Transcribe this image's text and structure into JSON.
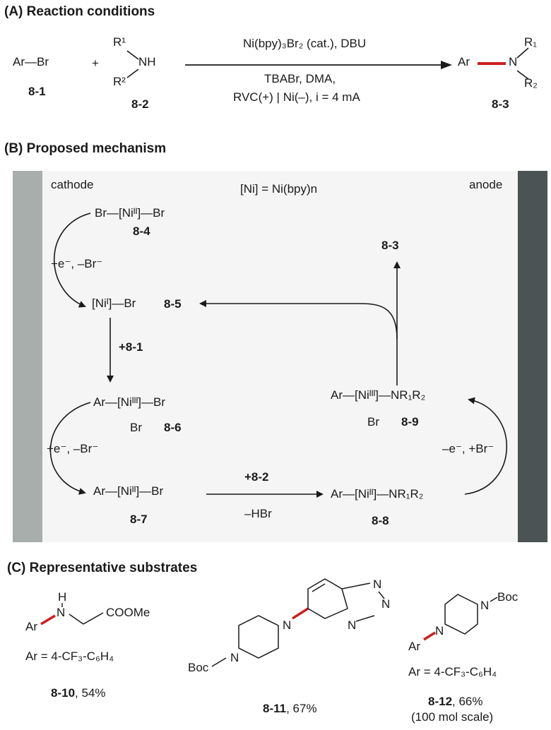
{
  "colors": {
    "bond_highlight": "#cc1f1f",
    "cathode": "#a7aeac",
    "anode": "#4b5354",
    "panel": "#f5f5f5"
  },
  "sectionA": {
    "title": "(A) Reaction conditions",
    "reactant1": "Ar—Br",
    "reactant1_label": "8-1",
    "plus": "+",
    "amine_r1": "R¹",
    "amine_nh": "NH",
    "amine_r2": "R²",
    "reactant2_label": "8-2",
    "cond_top": "Ni(bpy)₃Br₂ (cat.), DBU",
    "cond_mid": "TBABr, DMA,",
    "cond_bottom": "RVC(+) | Ni(–), i = 4 mA",
    "product_ar": "Ar",
    "product_n": "N",
    "product_r1": "R₁",
    "product_r2": "R₂",
    "product_label": "8-3"
  },
  "sectionB": {
    "title": "(B) Proposed mechanism",
    "cathode": "cathode",
    "anode": "anode",
    "ni_def": "[Ni] = Ni(bpy)n",
    "s84": "Br—[Niᴵᴵ]—Br",
    "l84": "8-4",
    "step1": "+e⁻, –Br⁻",
    "s85": "[Niᴵ]—Br",
    "l85": "8-5",
    "add81": "+8-1",
    "s86": "Ar—[Niᴵᴵᴵ]—Br",
    "s86_br": "Br",
    "l86": "8-6",
    "step2": "+e⁻, –Br⁻",
    "s87": "Ar—[Niᴵᴵ]—Br",
    "l87": "8-7",
    "add82": "+8-2",
    "minus_hbr": "–HBr",
    "s88": "Ar—[Niᴵᴵ]—NR₁R₂",
    "l88": "8-8",
    "step3": "–e⁻, +Br⁻",
    "s89": "Ar—[Niᴵᴵᴵ]—NR₁R₂",
    "s89_br": "Br",
    "l89": "8-9",
    "l83": "8-3"
  },
  "sectionC": {
    "title": "(C) Representative substrates",
    "c1_h": "H",
    "c1_n": "N",
    "c1_ar": "Ar",
    "c1_coome": "COOMe",
    "c1_ar_def": "Ar = 4-CF₃-C₆H₄",
    "c1_label": "8-10",
    "c1_yield": ", 54%",
    "c2_n_pip_top": "N",
    "c2_n_pip_bot": "N",
    "c2_boc": "Boc",
    "c2_n_py": "N",
    "c2_n_t1": "N",
    "c2_n_t2": "N",
    "c2_label": "8-11",
    "c2_yield": ", 67%",
    "c3_boc": "Boc",
    "c3_n_top": "N",
    "c3_n_bot": "N",
    "c3_ar": "Ar",
    "c3_ar_def": "Ar = 4-CF₃-C₆H₄",
    "c3_label": "8-12",
    "c3_yield": ", 66%",
    "c3_scale": "(100 mol scale)"
  }
}
